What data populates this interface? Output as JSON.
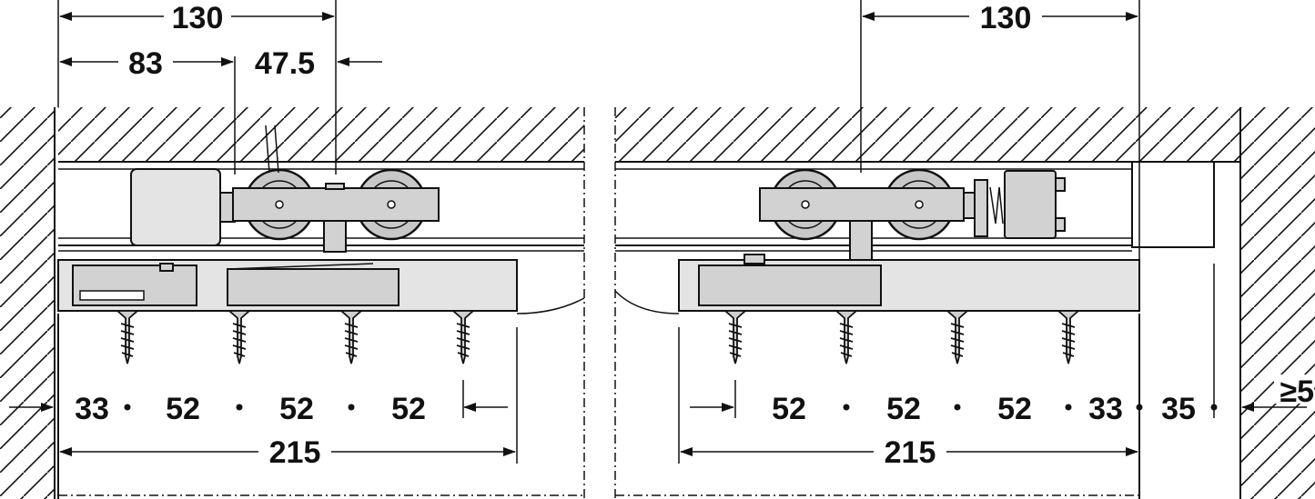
{
  "left_assembly": {
    "top_dimensions": [
      "130",
      "83",
      "47.5"
    ],
    "spacing_labels": [
      "33",
      "52",
      "52",
      "52"
    ],
    "overall_length": "215"
  },
  "right_assembly": {
    "top_dimensions": [
      "130"
    ],
    "spacing_labels": [
      "52",
      "52",
      "52",
      "33",
      "35"
    ],
    "overall_length": "215",
    "wall_clearance": "≥5"
  }
}
